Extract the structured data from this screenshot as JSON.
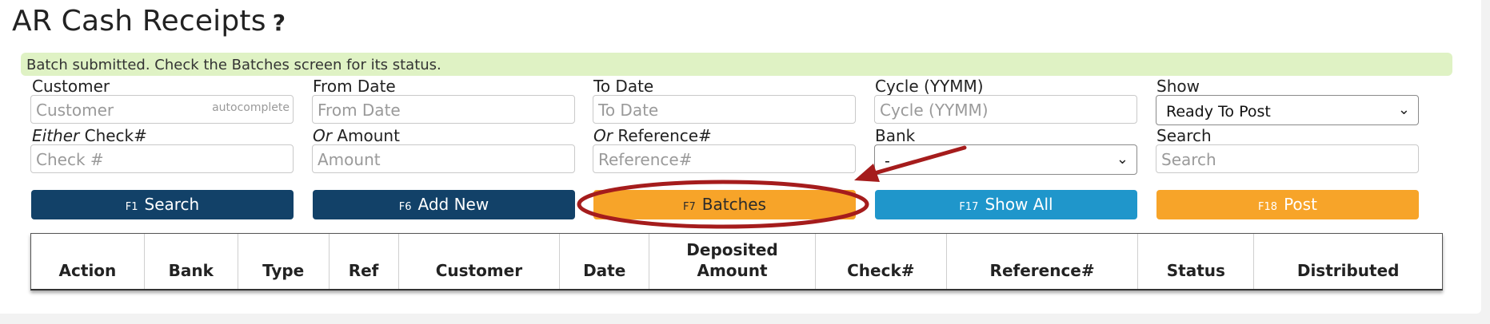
{
  "page": {
    "title": "AR Cash Receipts",
    "help": "?"
  },
  "alert": {
    "message": "Batch submitted. Check the Batches screen for its status."
  },
  "filters": {
    "customer": {
      "label": "Customer",
      "placeholder": "Customer",
      "hint": "autocomplete"
    },
    "from_date": {
      "label": "From Date",
      "placeholder": "From Date"
    },
    "to_date": {
      "label": "To Date",
      "placeholder": "To Date"
    },
    "cycle": {
      "label": "Cycle (YYMM)",
      "placeholder": "Cycle (YYMM)"
    },
    "show": {
      "label": "Show",
      "value": "Ready To Post"
    },
    "check": {
      "label_prefix": "Either",
      "label": " Check#",
      "placeholder": "Check #"
    },
    "amount": {
      "label_prefix": "Or",
      "label": " Amount",
      "placeholder": "Amount"
    },
    "reference": {
      "label_prefix": "Or",
      "label": " Reference#",
      "placeholder": "Reference#"
    },
    "bank": {
      "label": "Bank",
      "value": "-"
    },
    "search": {
      "label": "Search",
      "placeholder": "Search"
    }
  },
  "buttons": {
    "search": {
      "key": "F1",
      "label": "Search"
    },
    "add_new": {
      "key": "F6",
      "label": "Add New"
    },
    "batches": {
      "key": "F7",
      "label": "Batches"
    },
    "show_all": {
      "key": "F17",
      "label": "Show All"
    },
    "post": {
      "key": "F18",
      "label": "Post"
    }
  },
  "table": {
    "headers": [
      "Action",
      "Bank",
      "Type",
      "Ref",
      "Customer",
      "Date",
      "Deposited Amount",
      "Check#",
      "Reference#",
      "Status",
      "Distributed"
    ]
  },
  "colors": {
    "primary_dark": "#124168",
    "accent_orange": "#f7a429",
    "accent_blue": "#1f96cb",
    "alert_bg": "#dff2c4",
    "annotation_red": "#a51c1c"
  },
  "icons": {
    "help": "question-mark",
    "select": "chevron-down-icon"
  }
}
